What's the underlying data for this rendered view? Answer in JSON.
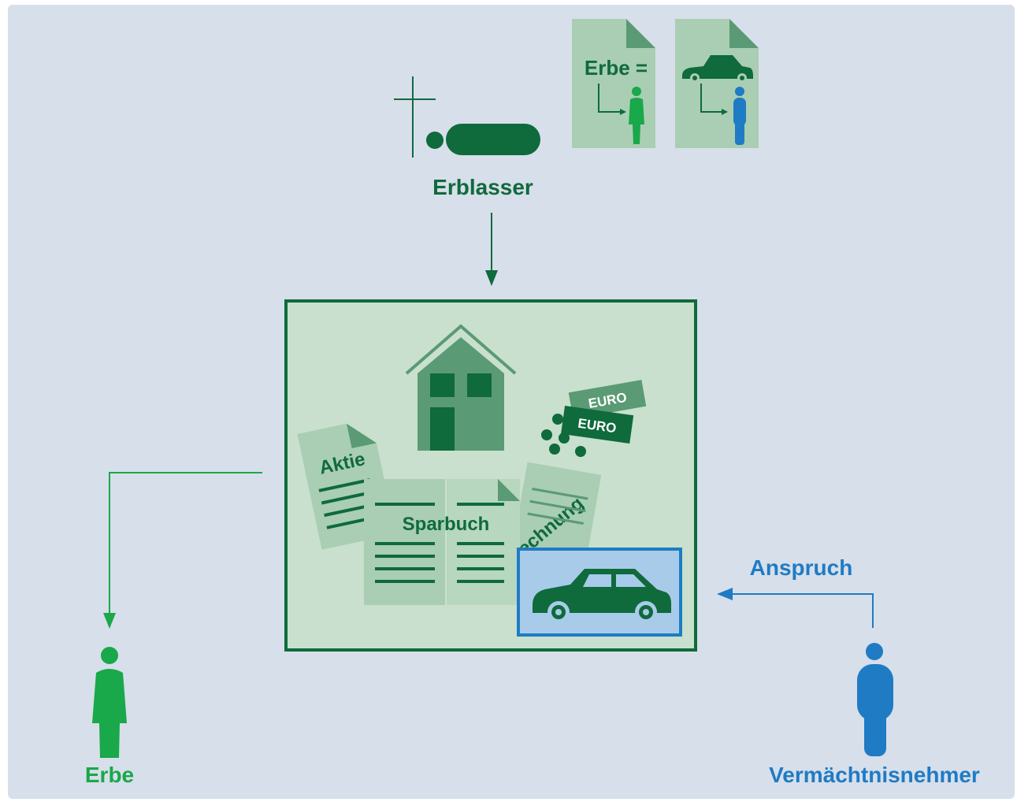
{
  "labels": {
    "erblasser": "Erblasser",
    "erbe": "Erbe",
    "vermaechtnisnehmer": "Vermächtnisnehmer",
    "anspruch": "Anspruch"
  },
  "documents": {
    "will_text": "Erbe ="
  },
  "estate": {
    "aktie": "Aktie",
    "sparbuch": "Sparbuch",
    "rechnung": "Rechnung",
    "euro_1": "EURO",
    "euro_2": "EURO"
  },
  "colors": {
    "background": "#d7dfea",
    "dark_green": "#0f6a3c",
    "mid_green": "#5a9a74",
    "light_green": "#a9ceb3",
    "pale_green": "#c8e0cd",
    "heir_green": "#19a84a",
    "legatee_blue": "#1f7bc4",
    "car_box_blue": "#a8cbea"
  }
}
